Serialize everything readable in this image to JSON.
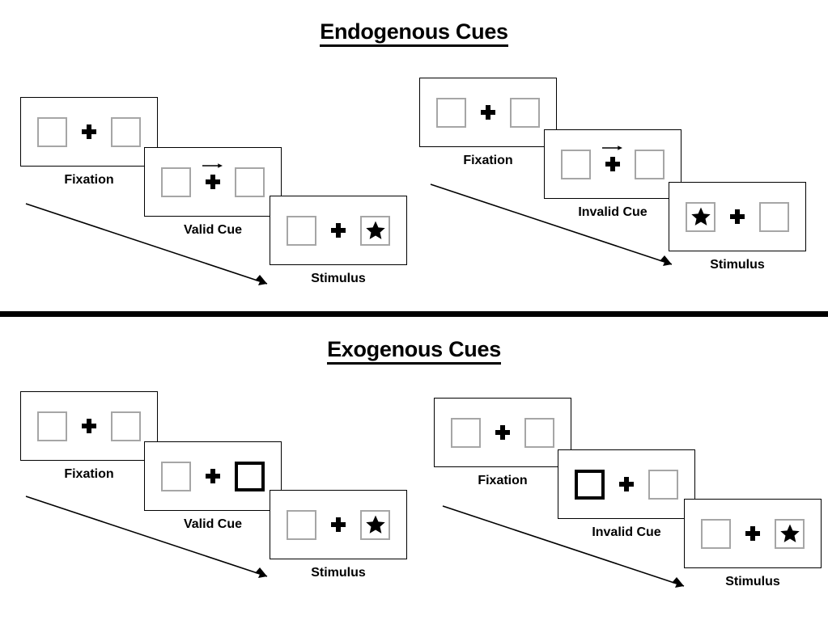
{
  "sections": [
    {
      "id": "endogenous",
      "title": "Endogenous Cues",
      "sequences": [
        {
          "id": "endogenous-valid",
          "frames": [
            {
              "label": "Fixation",
              "cue": "none",
              "arrow": "none",
              "target": "none"
            },
            {
              "label": "Valid Cue",
              "cue": "arrow-right",
              "arrow": "right",
              "target": "none"
            },
            {
              "label": "Stimulus",
              "cue": "none",
              "arrow": "none",
              "target": "right"
            }
          ]
        },
        {
          "id": "endogenous-invalid",
          "frames": [
            {
              "label": "Fixation",
              "cue": "none",
              "arrow": "none",
              "target": "none"
            },
            {
              "label": "Invalid Cue",
              "cue": "arrow-right",
              "arrow": "right",
              "target": "none"
            },
            {
              "label": "Stimulus",
              "cue": "none",
              "arrow": "none",
              "target": "left"
            }
          ]
        }
      ]
    },
    {
      "id": "exogenous",
      "title": "Exogenous Cues",
      "sequences": [
        {
          "id": "exogenous-valid",
          "frames": [
            {
              "label": "Fixation",
              "cue": "none",
              "arrow": "none",
              "target": "none"
            },
            {
              "label": "Valid Cue",
              "cue": "box-right",
              "arrow": "none",
              "target": "none"
            },
            {
              "label": "Stimulus",
              "cue": "none",
              "arrow": "none",
              "target": "right"
            }
          ]
        },
        {
          "id": "exogenous-invalid",
          "frames": [
            {
              "label": "Fixation",
              "cue": "none",
              "arrow": "none",
              "target": "none"
            },
            {
              "label": "Invalid Cue",
              "cue": "box-left",
              "arrow": "none",
              "target": "none"
            },
            {
              "label": "Stimulus",
              "cue": "none",
              "arrow": "none",
              "target": "right"
            }
          ]
        }
      ]
    }
  ],
  "labels": {
    "fixation": "Fixation",
    "valid_cue": "Valid Cue",
    "invalid_cue": "Invalid Cue",
    "stimulus": "Stimulus"
  },
  "titles": {
    "endogenous": "Endogenous Cues",
    "exogenous": "Exogenous Cues"
  },
  "colors": {
    "ink": "#000000",
    "placeholder_box_border": "#a6a6a6",
    "panel_border": "#000000",
    "background": "#ffffff"
  },
  "icons": {
    "cue_arrow": "arrow-right-icon",
    "target": "star-icon",
    "fixation": "plus-icon",
    "time_flow": "diagonal-arrow-icon"
  }
}
